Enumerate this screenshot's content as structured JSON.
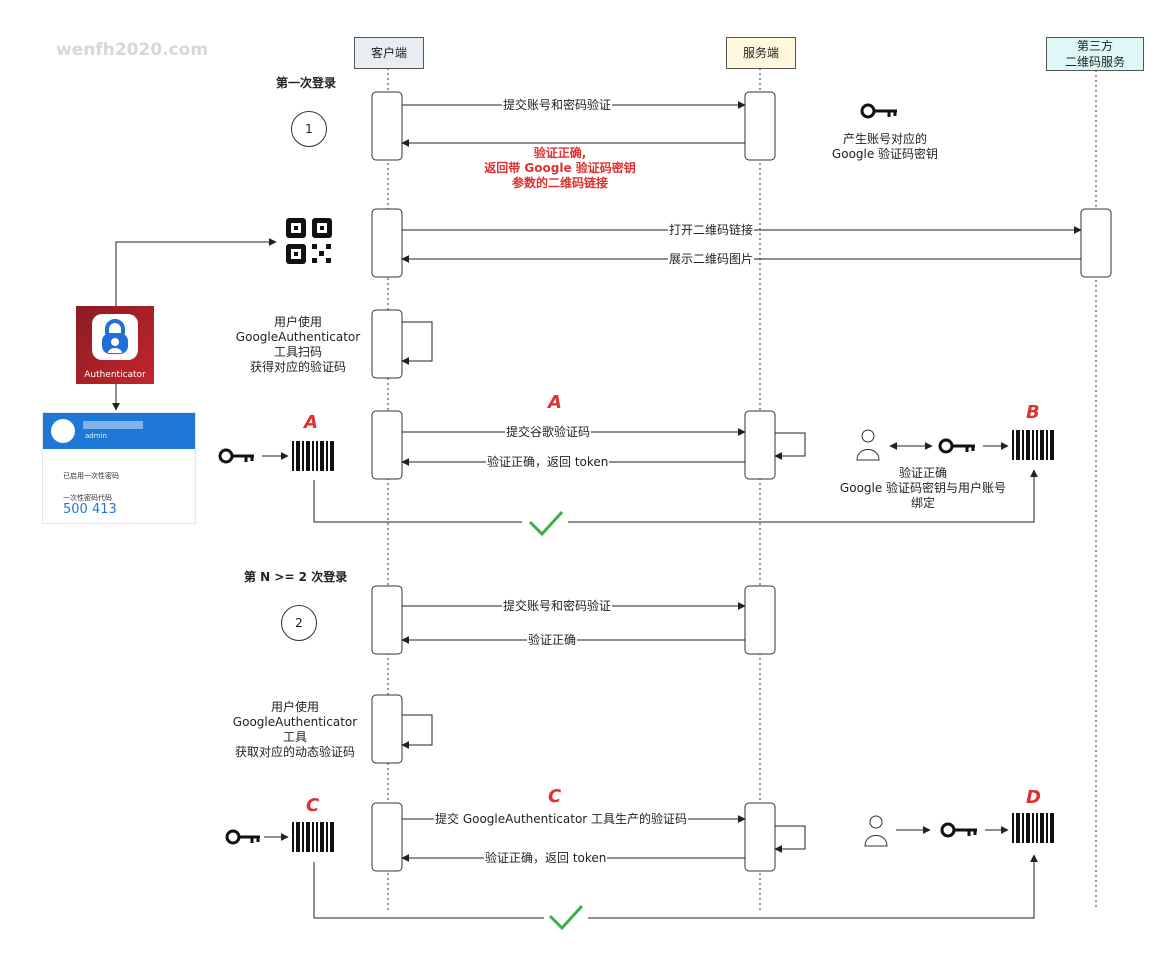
{
  "watermark": "wenfh2020.com",
  "lanes": {
    "client": "客户端",
    "server": "服务端",
    "third_line1": "第三方",
    "third_line2": "二维码服务"
  },
  "section1": {
    "title": "第一次登录",
    "step": "1"
  },
  "section2": {
    "title": "第 N >= 2 次登录",
    "step": "2"
  },
  "messages": {
    "m1": "提交账号和密码验证",
    "m2_l1": "验证正确,",
    "m2_l2": "返回带 Google 验证码密钥",
    "m2_l3": "参数的二维码链接",
    "m3": "打开二维码链接",
    "m4": "展示二维码图片",
    "m5": "提交谷歌验证码",
    "m6": "验证正确，返回 token",
    "m7": "提交账号和密码验证",
    "m8": "验证正确",
    "m9": "提交 GoogleAuthenticator 工具生产的验证码",
    "m10": "验证正确，返回 token"
  },
  "notes": {
    "secret_l1": "产生账号对应的",
    "secret_l2": "Google 验证码密钥",
    "scan_l1": "用户使用",
    "scan_l2": "GoogleAuthenticator",
    "scan_l3": "工具扫码",
    "scan_l4": "获得对应的验证码",
    "bind_l1": "验证正确",
    "bind_l2": "Google 验证码密钥与用户账号",
    "bind_l3": "绑定",
    "dyn_l1": "用户使用",
    "dyn_l2": "GoogleAuthenticator",
    "dyn_l3": "工具",
    "dyn_l4": "获取对应的动态验证码"
  },
  "letters": {
    "a1": "A",
    "a2": "A",
    "b": "B",
    "c1": "C",
    "c2": "C",
    "d": "D"
  },
  "app": {
    "name": "Authenticator"
  },
  "phone": {
    "user": "admin",
    "row1": "已启用一次性密码",
    "row2": "一次性密码代码",
    "code": "500 413"
  },
  "icons": [
    "key-icon",
    "barcode-icon",
    "qr-code-icon",
    "user-icon",
    "check-icon"
  ],
  "colors": {
    "red": "#e03131",
    "green": "#3cb043",
    "client_lane": "#e8ecf3",
    "server_lane": "#fff8dc",
    "third_lane": "#ddf7f7"
  }
}
